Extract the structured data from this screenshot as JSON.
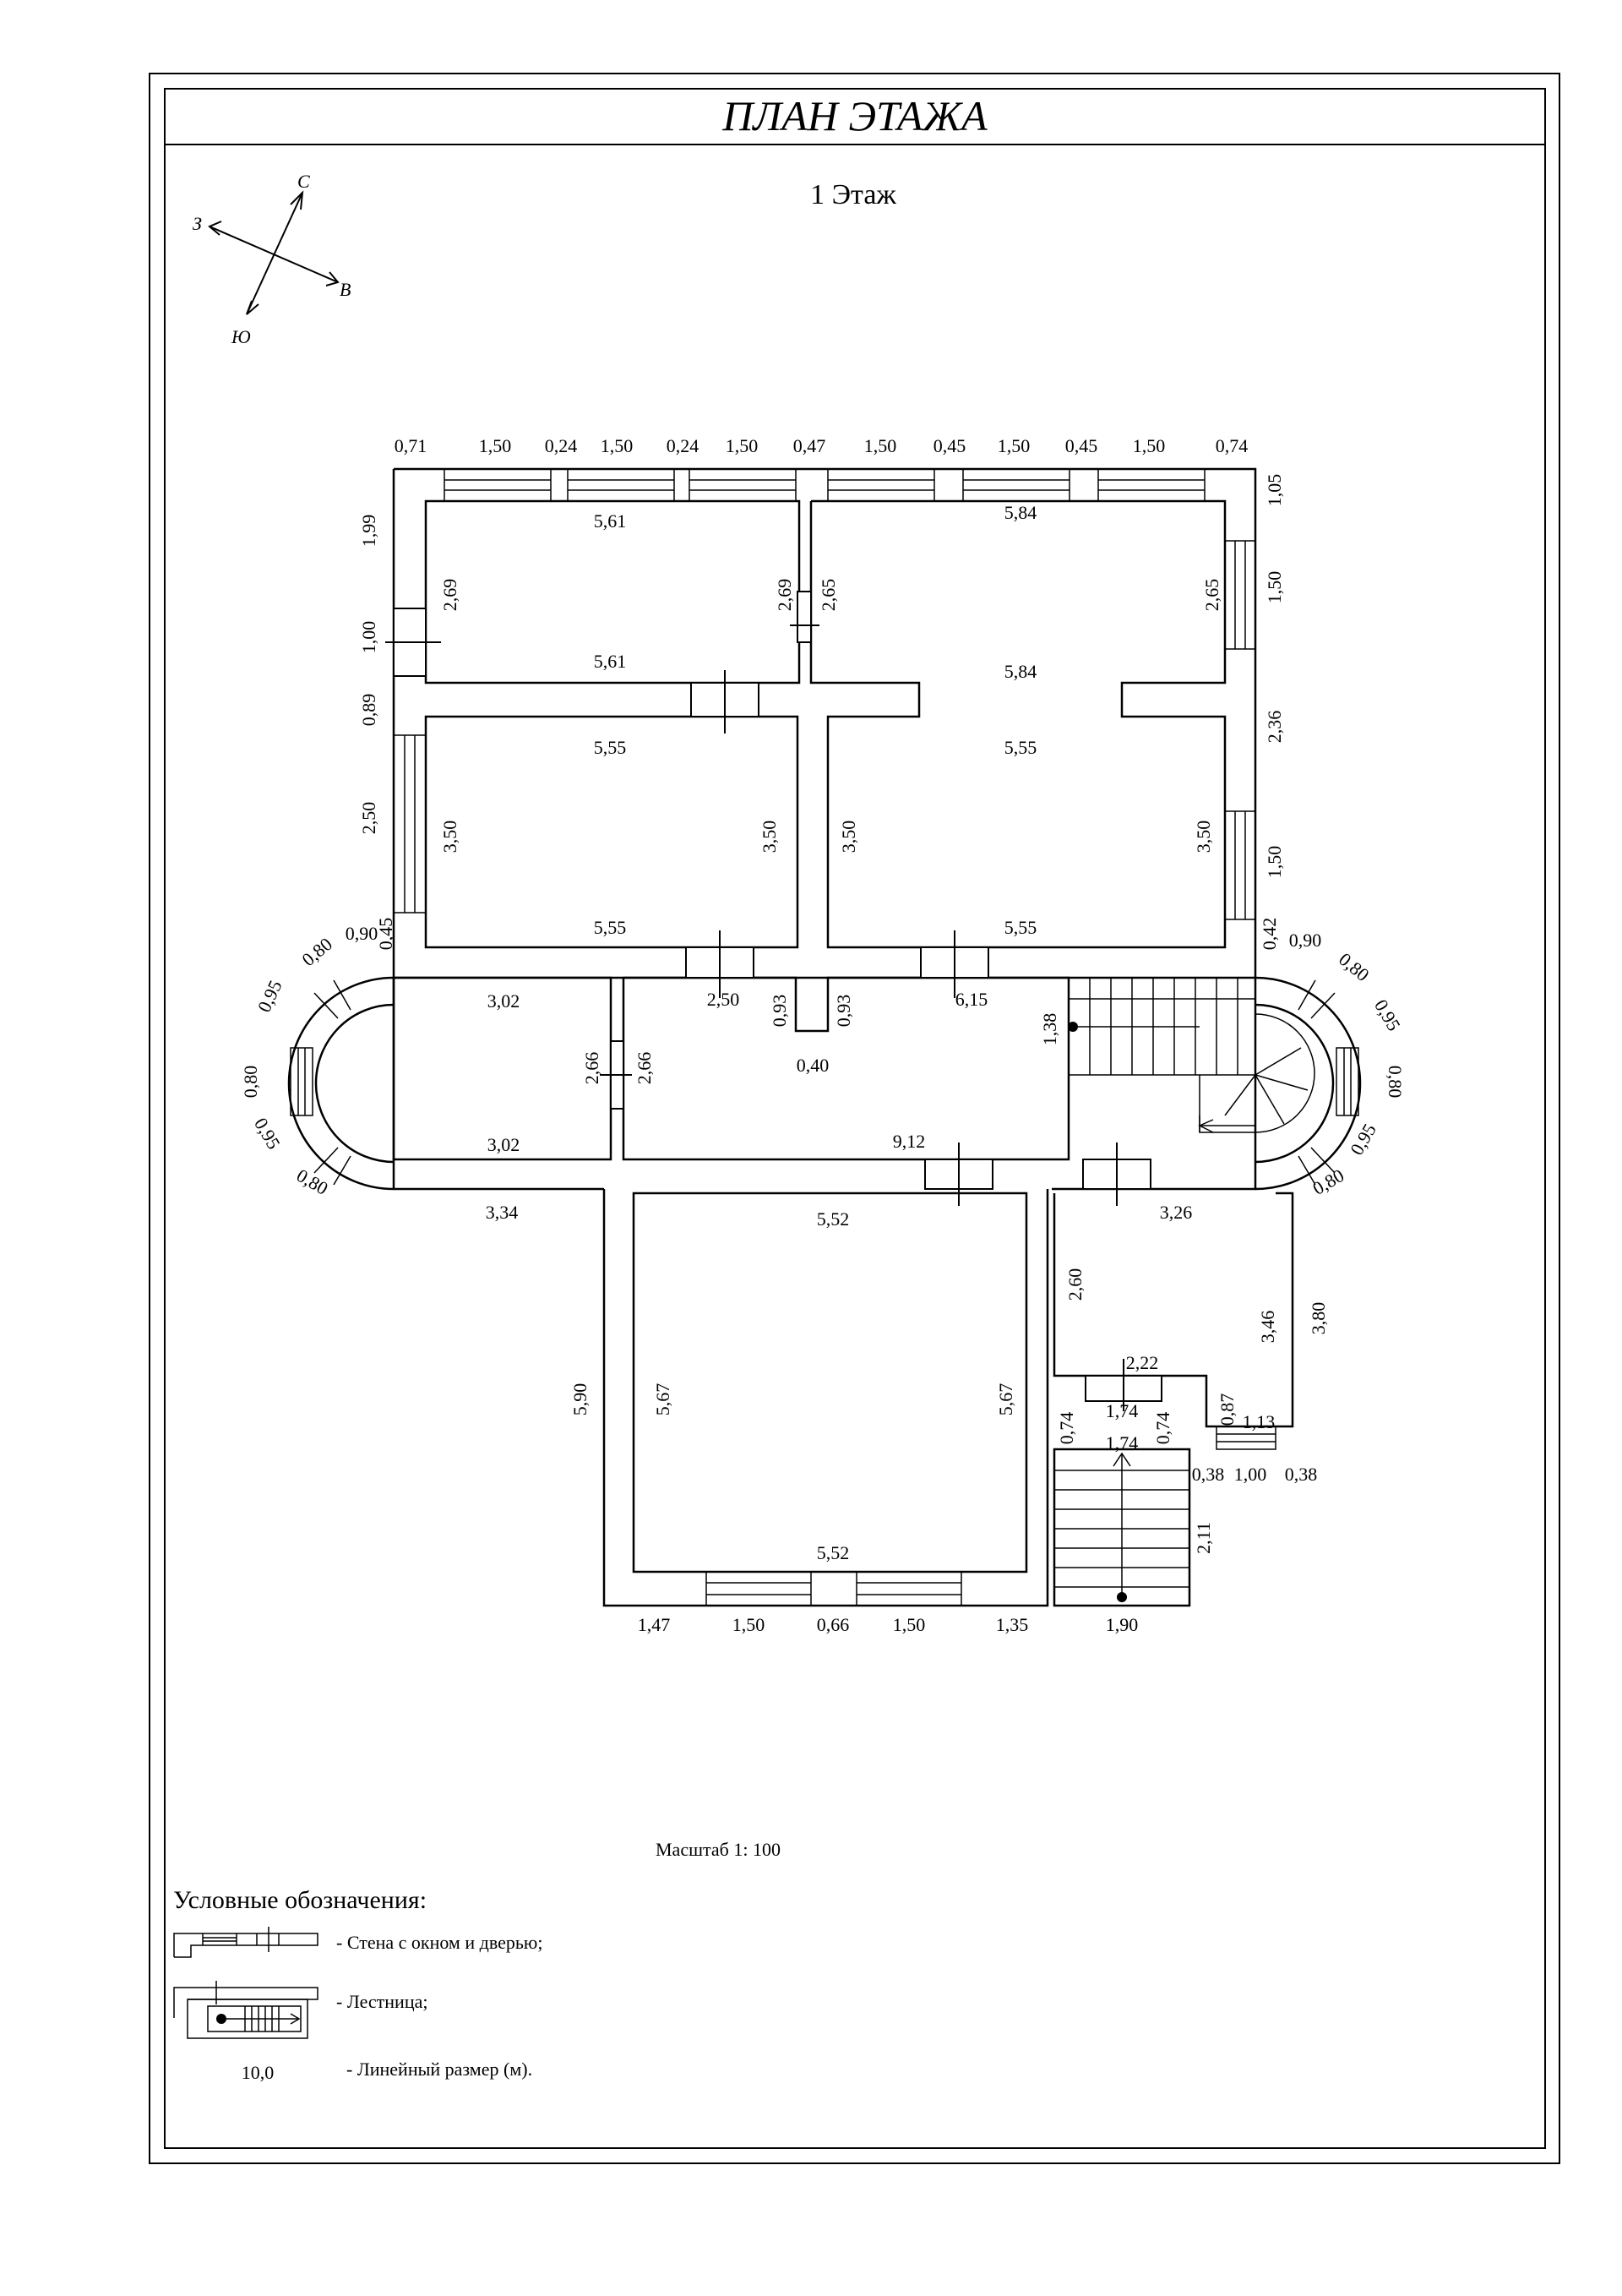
{
  "title": "ПЛАН ЭТАЖА",
  "floor_name": "1 Этаж",
  "compass": {
    "north": "С",
    "west": "З",
    "east": "В",
    "south": "Ю"
  },
  "scale": "Масштаб 1: 100",
  "legend": {
    "title": "Условные обозначения:",
    "wall_with_window": "- Стена с окном и дверью;",
    "staircase": "- Лестница;",
    "dimension_sample": "10,0",
    "dimension": "- Линейный размер (м)."
  },
  "dimensions": {
    "top": [
      "0,71",
      "1,50",
      "0,24",
      "1,50",
      "0,24",
      "1,50",
      "0,47",
      "1,50",
      "0,45",
      "1,50",
      "0,45",
      "1,50",
      "0,74"
    ],
    "left": [
      "1,99",
      "1,00",
      "0,89",
      "2,50"
    ],
    "right": [
      "1,05",
      "1,50",
      "2,36",
      "1,50"
    ],
    "room_nw": {
      "w_top": "5,61",
      "w_bottom": "5,61",
      "h_left": "2,69",
      "h_right": "2,69"
    },
    "room_ne": {
      "w_top": "5,84",
      "w_bottom": "5,84",
      "h_right": "2,65",
      "h_left": "2,65"
    },
    "room_w2": {
      "w_top": "5,55",
      "w_bottom": "5,55",
      "h_left": "3,50",
      "h_right": "3,50"
    },
    "room_e2": {
      "w_top": "5,55",
      "w_bottom": "5,55",
      "h_left": "3,50",
      "h_right": "3,50"
    },
    "bay_left": [
      "0,45",
      "0,90",
      "0,80",
      "0,95",
      "0,80",
      "0,95",
      "0,80"
    ],
    "bay_right": [
      "0,42",
      "0,90",
      "0,80",
      "0,95",
      "0,80",
      "0,95",
      "0,80"
    ],
    "room_w3": {
      "w_top": "3,02",
      "w_bottom": "3,02",
      "h_left": "2,66",
      "h_right": "2,66"
    },
    "hall": {
      "d1": "2,50",
      "d2": "0,93",
      "d3": "0,93",
      "d4": "0,40",
      "d5": "6,15",
      "d6": "1,38",
      "d7": "9,12"
    },
    "below_left": "3,34",
    "room_s": {
      "w_top": "5,52",
      "w_bottom": "5,52",
      "h_left": "5,67",
      "h_right": "5,67",
      "outer_h": "5,90"
    },
    "bottom": [
      "1,47",
      "1,50",
      "0,66",
      "1,50",
      "1,35",
      "1,90"
    ],
    "porch": {
      "w": "3,26",
      "h": "2,60",
      "h2": "3,46",
      "h3": "3,80",
      "w2": "2,22",
      "a": "0,87",
      "b": "1,13",
      "c": "0,38",
      "d": "1,00",
      "e": "0,38",
      "f": "0,74",
      "g": "1,74",
      "h4": "0,74",
      "i": "1,74",
      "stair_h": "2,11"
    }
  }
}
